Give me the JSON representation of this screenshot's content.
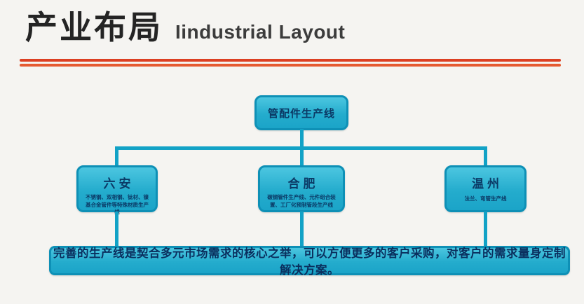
{
  "slide": {
    "title_zh": "产业布局",
    "title_en": "Iindustrial Layout"
  },
  "diagram": {
    "root": {
      "label": "管配件生产线"
    },
    "children": [
      {
        "label": "六安",
        "desc": "不锈钢、双相钢、钛材、镍基合金管件等特殊材质生产线"
      },
      {
        "label": "合肥",
        "desc": "碳钢管件生产线、元件组合装置、工厂化预制管段生产线"
      },
      {
        "label": "温州",
        "desc": "法兰、弯管生产线"
      }
    ],
    "footer": "完善的生产线是契合多元市场需求的核心之举，可以方便更多的客户采购，对客户的需求量身定制解决方案。"
  },
  "colors": {
    "box_fill": "#29b4d6",
    "box_border": "#0e90b6",
    "connector": "#12a2c6",
    "underline_top": "#dc3f22",
    "underline_bottom": "#e55a31",
    "text_navy": "#0b3a66"
  }
}
